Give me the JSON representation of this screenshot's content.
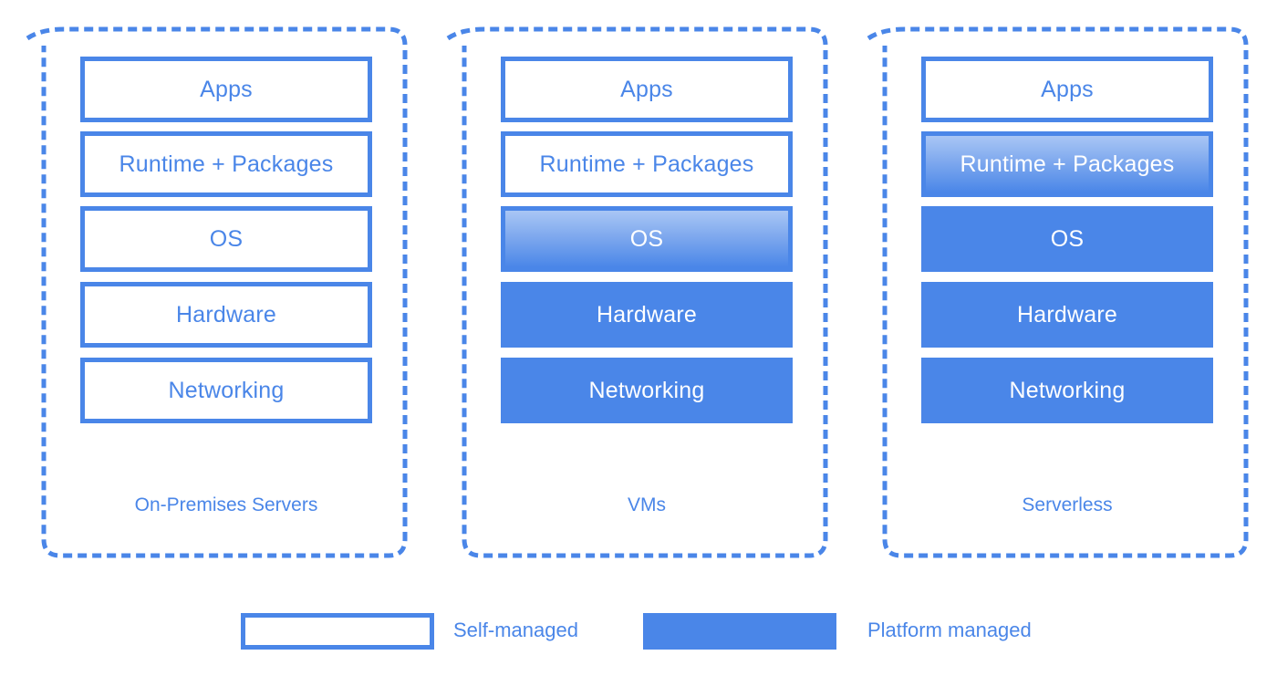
{
  "columns": [
    {
      "label": "On-Premises Servers",
      "layers": [
        {
          "text": "Apps",
          "managed": "self"
        },
        {
          "text": "Runtime + Packages",
          "managed": "self"
        },
        {
          "text": "OS",
          "managed": "self"
        },
        {
          "text": "Hardware",
          "managed": "self"
        },
        {
          "text": "Networking",
          "managed": "self"
        }
      ]
    },
    {
      "label": "VMs",
      "layers": [
        {
          "text": "Apps",
          "managed": "self"
        },
        {
          "text": "Runtime + Packages",
          "managed": "self"
        },
        {
          "text": "OS",
          "managed": "partial"
        },
        {
          "text": "Hardware",
          "managed": "platform"
        },
        {
          "text": "Networking",
          "managed": "platform"
        }
      ]
    },
    {
      "label": "Serverless",
      "layers": [
        {
          "text": "Apps",
          "managed": "self"
        },
        {
          "text": "Runtime + Packages",
          "managed": "partial"
        },
        {
          "text": "OS",
          "managed": "platform"
        },
        {
          "text": "Hardware",
          "managed": "platform"
        },
        {
          "text": "Networking",
          "managed": "platform"
        }
      ]
    }
  ],
  "legend": {
    "self_label": "Self-managed",
    "platform_label": "Platform managed"
  },
  "colors": {
    "accent": "#4a86e8",
    "background": "#ffffff"
  }
}
